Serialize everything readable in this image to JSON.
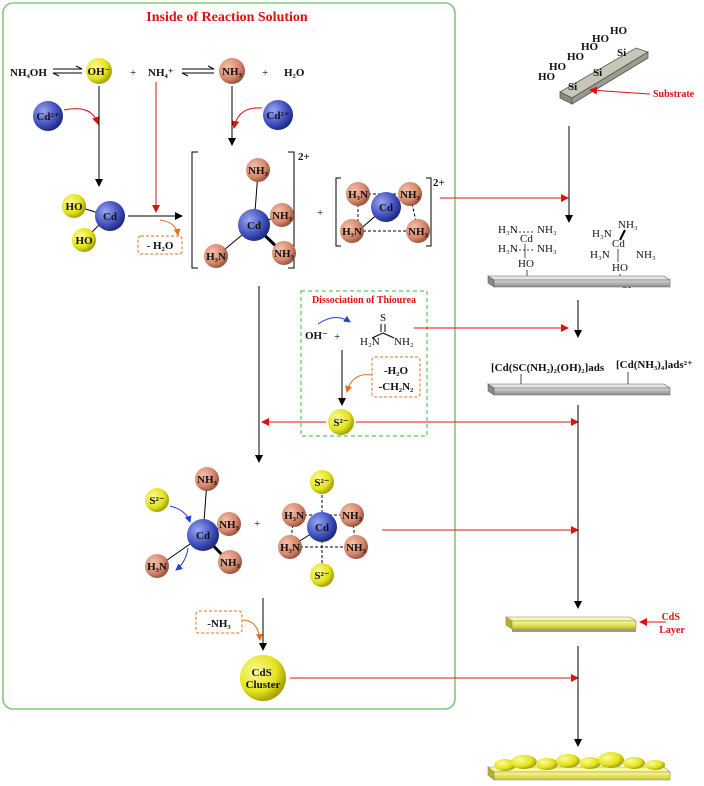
{
  "colors": {
    "panel_border": "#7fc97f",
    "arrow_red": "#e01010",
    "arrow_black": "#000000",
    "arrow_orange": "#e07020",
    "arrow_blue": "#2244cc",
    "sphere_yellow": "#e3e21a",
    "sphere_orange": "#d5876b",
    "sphere_blue": "#3f4fbf",
    "slab_grey": "#9b9b8e",
    "layer_yellow": "#eeee55"
  },
  "labels": {
    "panel_title": "Inside of Reaction Solution",
    "nh4oh": "NH₄OH",
    "oh_minus": "OH⁻",
    "plus": "+",
    "nh4_plus": "NH₄⁺",
    "nh3": "NH₃",
    "h2o": "H₂O",
    "cd2plus": "Cd²⁺",
    "cd": "Cd",
    "ho": "HO",
    "minus_h2o": "- H₂O",
    "h3n": "H₃N",
    "charge_2plus": "2+",
    "thiourea_title": "Dissociation of Thiourea",
    "oh_thio": "OH⁻",
    "s_atom": "S",
    "h2n": "H₂N",
    "nh2": "NH₂",
    "byproduct_h2o": "-H₂O",
    "byproduct_ch2n2": "-CH₂N₂",
    "s2minus": "S²⁻",
    "minus_nh3": "-NH₃",
    "cds_cluster": "CdS Cluster",
    "substrate": "Substrate",
    "si": "Si",
    "ads_label_1": "[Cd(SC(NH₂)₂(OH)₂]ads",
    "ads_label_2": "[Cd(NH₃)₄]ads²⁺",
    "cds_layer": "CdS Layer"
  }
}
